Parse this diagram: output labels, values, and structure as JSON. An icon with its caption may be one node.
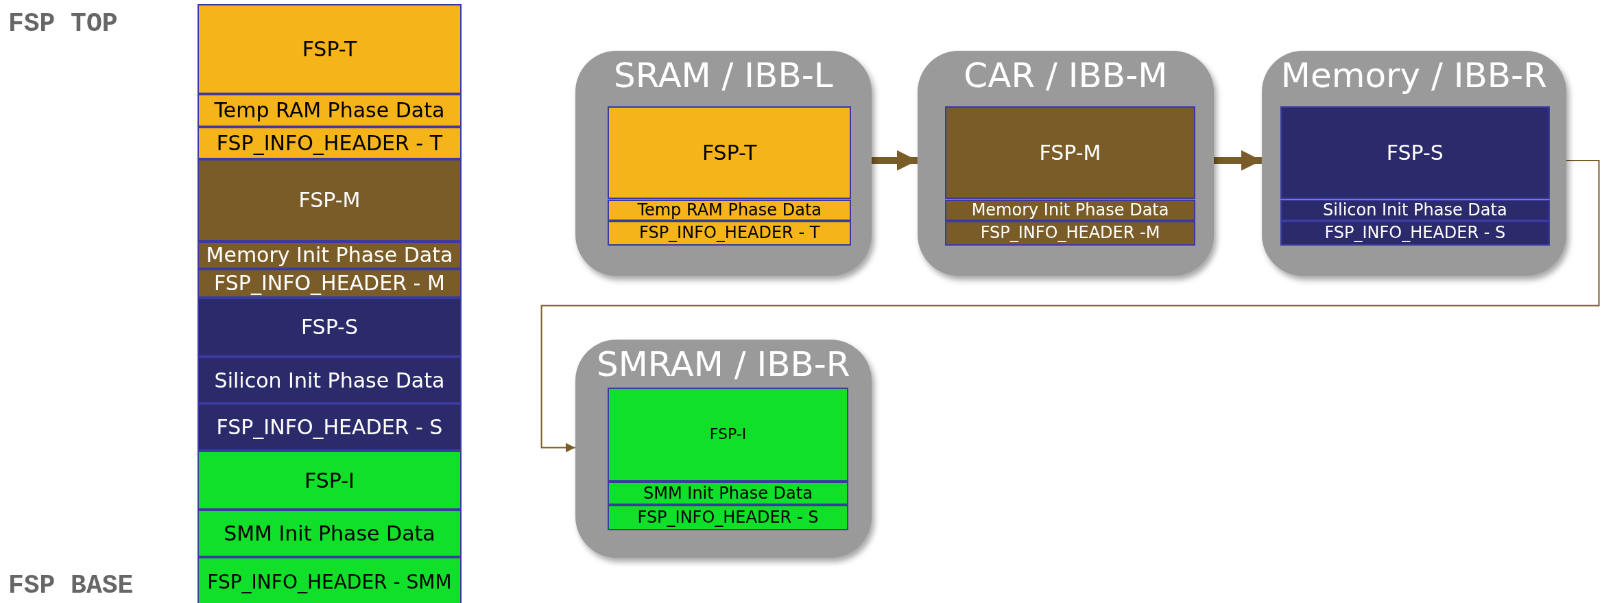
{
  "diagram": {
    "nodes": [
      {
        "text": [
          "FSP-T"
        ]
      },
      {
        "text": [
          "Temp RAM Phase Data"
        ]
      },
      {
        "text": [
          "FSP_INFO_HEADER - T"
        ]
      },
      {
        "text": [
          "FSP-M"
        ]
      },
      {
        "text": [
          "Memory Init Phase Data"
        ]
      },
      {
        "text": [
          "FSP_INFO_HEADER - M"
        ]
      },
      {
        "text": [
          "FSP-S"
        ]
      },
      {
        "text": [
          "Silicon Init Phase Data"
        ]
      },
      {
        "text": [
          "FSP_INFO_HEADER - S"
        ]
      },
      {
        "text": [
          "FSP-I"
        ]
      },
      {
        "text": [
          "SMM Init Phase Data"
        ]
      },
      {
        "text": [
          "FSP_INFO_HEADER - SMM"
        ]
      },
      {
        "text": [
          "SRAM / IBB-L"
        ]
      },
      {
        "text": [
          "FSP-T"
        ],
        "in": 12
      },
      {
        "text": [
          "Temp RAM Phase Data"
        ],
        "in": 12
      },
      {
        "text": [
          "FSP_INFO_HEADER - T"
        ],
        "in": 12
      },
      {
        "text": [
          "CAR / IBB-M"
        ]
      },
      {
        "text": [
          "FSP-M"
        ],
        "in": 16
      },
      {
        "text": [
          "Memory Init Phase Data"
        ],
        "in": 16
      },
      {
        "text": [
          "FSP_INFO_HEADER -M"
        ],
        "in": 16
      },
      {
        "text": [
          "Memory / IBB-R"
        ]
      },
      {
        "text": [
          "FSP-S"
        ],
        "in": 20
      },
      {
        "text": [
          "Silicon Init Phase Data"
        ],
        "in": 20
      },
      {
        "text": [
          "FSP_INFO_HEADER - S"
        ],
        "in": 20
      },
      {
        "text": [
          "SMRAM / IBB-R"
        ]
      },
      {
        "text": [
          "FSP-I"
        ],
        "in": 24
      },
      {
        "text": [
          "SMM Init Phase Data"
        ],
        "in": 24
      },
      {
        "text": [
          "FSP_INFO_HEADER - S"
        ],
        "in": 24
      }
    ],
    "edges": [
      {
        "from": 12,
        "to": 16,
        "arrow": "to"
      },
      {
        "from": 16,
        "to": 20,
        "arrow": "to"
      },
      {
        "from": 20,
        "to": 24,
        "arrow": "to"
      }
    ],
    "labels": [
      "FSP TOP",
      "FSP BASE"
    ]
  }
}
